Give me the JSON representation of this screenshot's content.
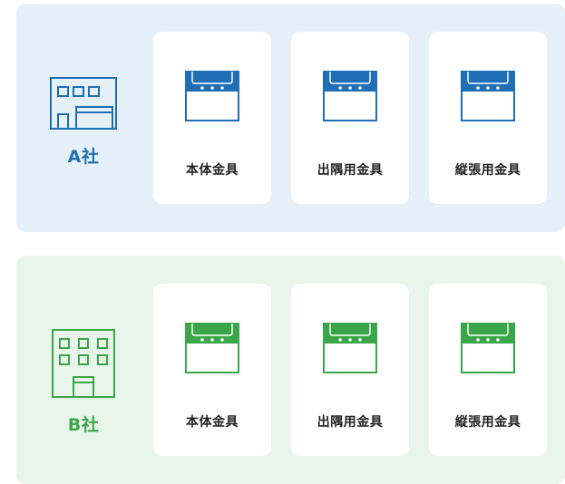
{
  "colors": {
    "company_a": "#1e6fb5",
    "company_b": "#3aa64a"
  },
  "company_a": {
    "label": "A社",
    "icon": "building-icon",
    "parts": [
      {
        "label": "本体金具",
        "icon": "bracket-icon"
      },
      {
        "label": "出隅用金具",
        "icon": "bracket-icon"
      },
      {
        "label": "縦張用金具",
        "icon": "bracket-icon"
      }
    ]
  },
  "company_b": {
    "label": "B社",
    "icon": "building-icon",
    "parts": [
      {
        "label": "本体金具",
        "icon": "bracket-icon"
      },
      {
        "label": "出隅用金具",
        "icon": "bracket-icon"
      },
      {
        "label": "縦張用金具",
        "icon": "bracket-icon"
      }
    ]
  }
}
